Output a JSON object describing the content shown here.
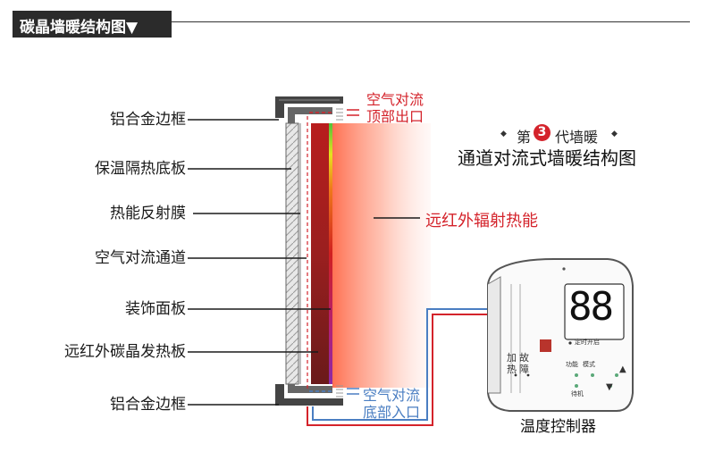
{
  "header": {
    "title": "碳晶墙暖结构图▼"
  },
  "left_labels": [
    "铝合金边框",
    "保温隔热底板",
    "热能反射膜",
    "空气对流通道",
    "装饰面板",
    "远红外碳晶发热板",
    "铝合金边框"
  ],
  "top_outlet": {
    "line1": "空气对流",
    "line2": "顶部出口"
  },
  "bottom_inlet": {
    "line1": "空气对流",
    "line2": "底部入口"
  },
  "heading": {
    "prefix": "第",
    "number": "3",
    "suffix": "代墙暖",
    "title": "通道对流式墙暖结构图"
  },
  "radiation_label": "远红外辐射热能",
  "controller": {
    "display": "88",
    "timer_label": "定时开启",
    "fault_chars": [
      "故",
      "障"
    ],
    "heat_chars": [
      "加",
      "热"
    ],
    "function_label": "功能",
    "mode_label": "模式",
    "standby_label": "待机",
    "name": "温度控制器"
  },
  "colors": {
    "accent_red": "#d4232b",
    "accent_blue": "#4a7ec2",
    "header_bg": "#2b2b2b"
  }
}
